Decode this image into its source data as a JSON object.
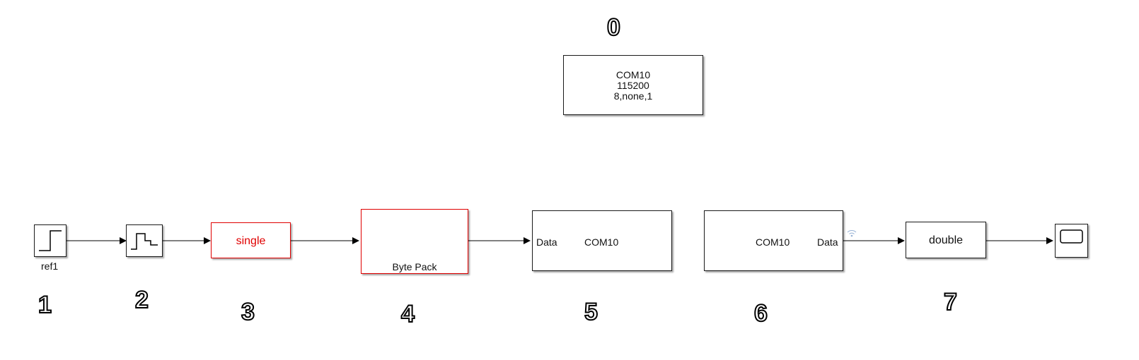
{
  "labels": {
    "n0": "0",
    "n1": "1",
    "n2": "2",
    "n3": "3",
    "n4": "4",
    "n5": "5",
    "n6": "6",
    "n7": "7"
  },
  "config_block": {
    "line1": "COM10",
    "line2": "115200",
    "line3": "8,none,1"
  },
  "step_block": {
    "name": "ref1"
  },
  "convert_single": {
    "text": "single"
  },
  "byte_pack": {
    "name": "Byte Pack"
  },
  "serial_send": {
    "port_label": "Data",
    "port": "COM10"
  },
  "serial_receive": {
    "port_label": "Data",
    "port": "COM10"
  },
  "convert_double": {
    "text": "double"
  },
  "colors": {
    "highlight": "#e00000",
    "signal": "#000000",
    "wireless_icon": "#9ab4d6"
  },
  "icons": [
    "step-icon",
    "zero-order-hold-icon",
    "wireless-icon",
    "scope-icon"
  ]
}
